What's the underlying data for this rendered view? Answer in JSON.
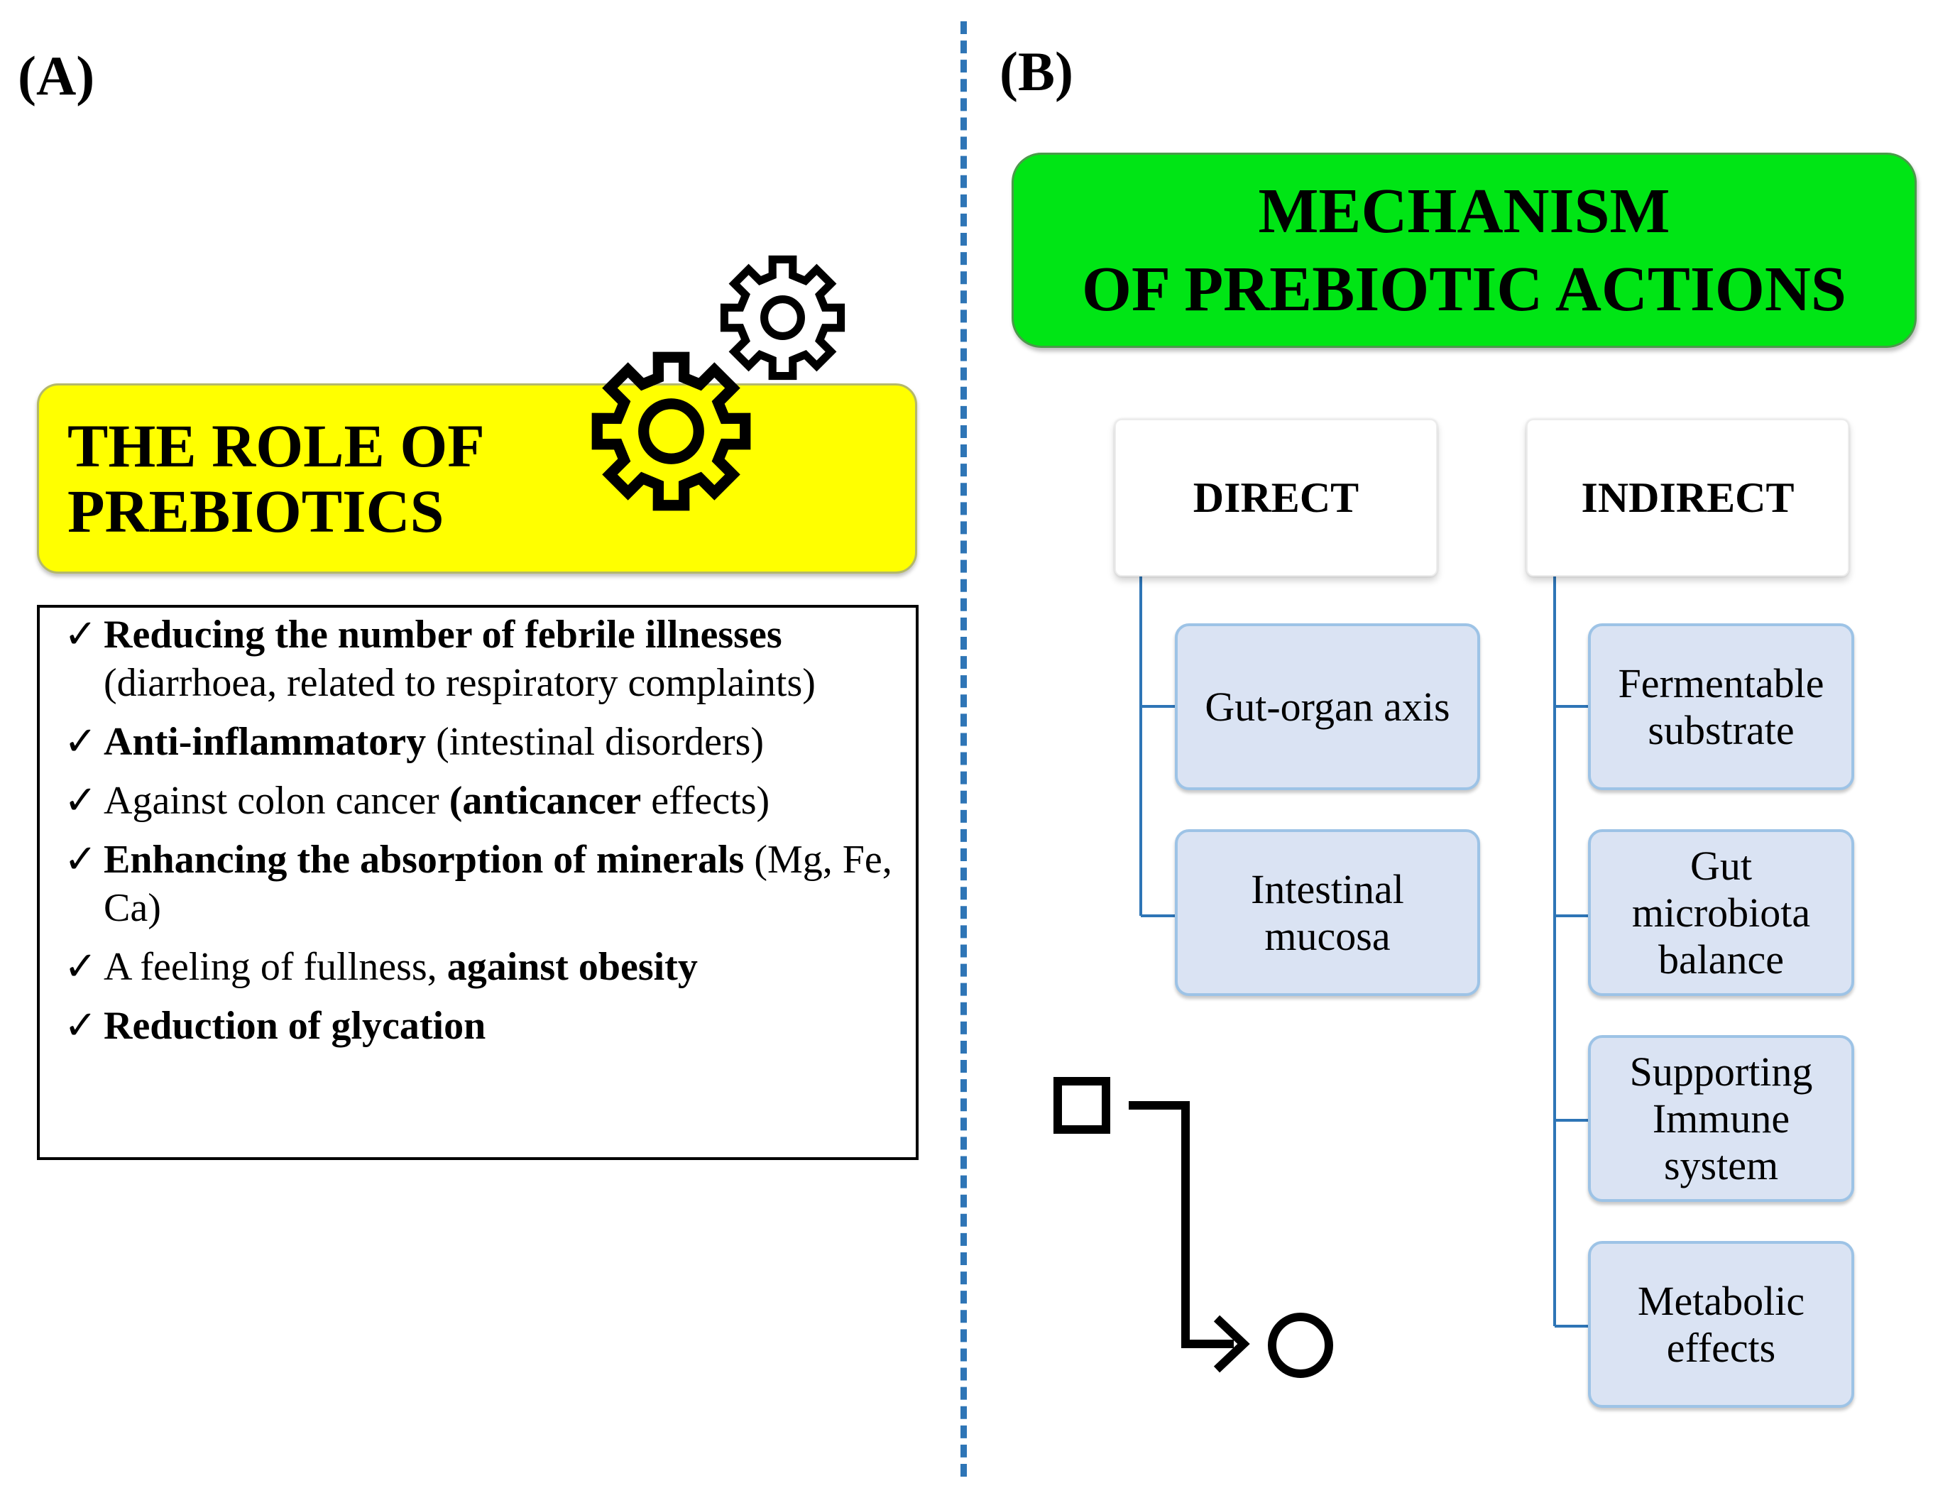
{
  "panel_a": {
    "label": "(A)",
    "title_line1": "THE ROLE OF",
    "title_line2": "PREBIOTICS",
    "items": [
      [
        {
          "t": "Reducing the number of febrile illnesses",
          "b": true
        },
        {
          "t": " (diarrhoea, related to respiratory complaints)",
          "b": false
        }
      ],
      [
        {
          "t": "Anti-inflammatory",
          "b": true
        },
        {
          "t": " (intestinal disorders)",
          "b": false
        }
      ],
      [
        {
          "t": "Against colon cancer ",
          "b": false
        },
        {
          "t": "(anticancer",
          "b": true
        },
        {
          "t": " effects)",
          "b": false
        }
      ],
      [
        {
          "t": "Enhancing the absorption of minerals",
          "b": true
        },
        {
          "t": " (Mg, Fe, Ca)",
          "b": false
        }
      ],
      [
        {
          "t": "A feeling of fullness, ",
          "b": false
        },
        {
          "t": "against obesity",
          "b": true
        }
      ],
      [
        {
          "t": "Reduction of glycation",
          "b": true
        }
      ]
    ]
  },
  "panel_b": {
    "label": "(B)",
    "title_line1": "MECHANISM",
    "title_line2": "OF PREBIOTIC ACTIONS",
    "direct": {
      "label": "DIRECT",
      "items": [
        "Gut-organ axis",
        "Intestinal mucosa"
      ]
    },
    "indirect": {
      "label": "INDIRECT",
      "items": [
        "Fermentable substrate",
        "Gut microbiota balance",
        "Supporting Immune system",
        "Metabolic effects"
      ]
    }
  },
  "colors": {
    "role_box": "#ffff00",
    "mechanism_box": "#00e515",
    "item_fill": "#dae3f3",
    "item_border": "#9dc3e6",
    "connector": "#2e75b6",
    "divider": "#2e75b6"
  },
  "icons": [
    "gear-icon",
    "gear-icon",
    "flowchart-icon"
  ]
}
